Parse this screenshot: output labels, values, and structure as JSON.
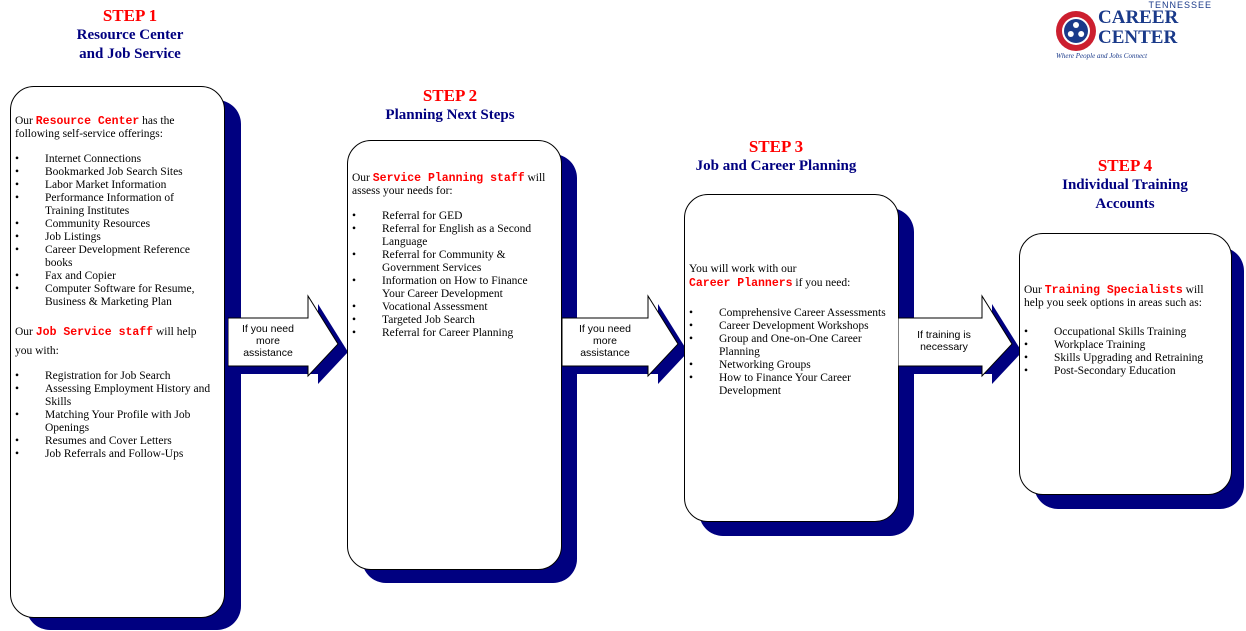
{
  "logo": {
    "state": "TENNESSEE",
    "line1": "CAREER",
    "line2": "CENTER",
    "tagline": "Where People and Jobs Connect",
    "colors": {
      "navy": "#1a3a8a",
      "red": "#cc1f2f"
    }
  },
  "colors": {
    "step_number": "#ff0000",
    "step_title": "#000080",
    "shadow": "#000080",
    "highlight": "#ff0000"
  },
  "steps": [
    {
      "number": "STEP 1",
      "title_line1": "Resource Center",
      "title_line2": "and Job Service",
      "intro_pre": "Our",
      "intro_highlight": "Resource Center",
      "intro_post": "has the following self-service offerings:",
      "items": [
        "Internet Connections",
        "Bookmarked Job Search Sites",
        "Labor Market Information",
        "Performance Information of Training Institutes",
        "Community Resources",
        "Job Listings",
        "Career Development Reference books",
        "Fax and Copier",
        "Computer Software for Resume, Business & Marketing Plan"
      ],
      "intro2_pre": "Our",
      "intro2_highlight": "Job Service staff",
      "intro2_post": "will help you with:",
      "items2": [
        "Registration for Job Search",
        "Assessing Employment History and Skills",
        "Matching Your Profile with Job Openings",
        "Resumes and Cover Letters",
        "Job Referrals and Follow-Ups"
      ]
    },
    {
      "number": "STEP 2",
      "title_line1": "Planning Next Steps",
      "intro_pre": "Our",
      "intro_highlight": "Service Planning staff",
      "intro_post": "will assess your needs for:",
      "items": [
        "Referral for GED",
        "Referral for English as a Second Language",
        "Referral for Community & Government Services",
        "Information on How to Finance Your Career Development",
        "Vocational Assessment",
        "Targeted Job Search",
        "Referral for Career Planning"
      ]
    },
    {
      "number": "STEP 3",
      "title_line1": "Job and Career Planning",
      "intro_pre": "You will work with our",
      "intro_highlight": "Career Planners",
      "intro_post": "if you need:",
      "items": [
        "Comprehensive Career Assessments",
        "Career Development Workshops",
        "Group and One-on-One Career Planning",
        "Networking Groups",
        "How to Finance Your Career Development"
      ]
    },
    {
      "number": "STEP 4",
      "title_line1": "Individual Training",
      "title_line2": "Accounts",
      "intro_pre": "Our",
      "intro_highlight": "Training Specialists",
      "intro_post": "will help you seek options in areas such as:",
      "items": [
        "Occupational Skills Training",
        "Workplace Training",
        "Skills Upgrading and Retraining",
        "Post-Secondary Education"
      ]
    }
  ],
  "arrows": [
    {
      "line1": "If you need",
      "line2": "more",
      "line3": "assistance"
    },
    {
      "line1": "If you need",
      "line2": "more",
      "line3": "assistance"
    },
    {
      "line1": "If training is",
      "line2": "necessary"
    }
  ]
}
